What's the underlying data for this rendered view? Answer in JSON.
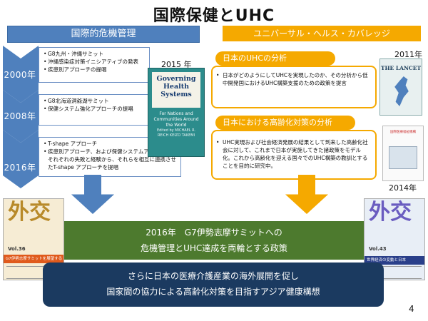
{
  "title": "国際保健とUHC",
  "left_header": "国際的危機管理",
  "right_header": "ユニバーサル・ヘルス・カバレッジ",
  "timeline": [
    {
      "year": "2000年",
      "items": [
        "G8九州・沖縄サミット",
        "沖縄感染症対策イニシアティブの発表",
        "疾患別アプローチの提唱"
      ]
    },
    {
      "year": "2008年",
      "items": [
        "G8北海道洞爺湖サミット",
        "保健システム強化アプローチの提唱"
      ]
    },
    {
      "year": "2016年",
      "items": [
        "T-shape アプローチ",
        "疾患別アプローチ、および保健システムアプローチのそれぞれの失敗と経験から、それらを相互に連携させたT-shape アプローチを提唱"
      ]
    }
  ],
  "book_2015": {
    "year": "2015 年",
    "title": "Governing Health Systems",
    "subtitle": "For Nations and Communities Around the World",
    "editors": "Edited by MICHAEL R. REICH KEIZO TAKEMI"
  },
  "sections": [
    {
      "heading": "日本のUHCの分析",
      "text": "日本がどのようにしてUHCを実現したのか、その分析から低中開発国におけるUHC構築支援のための政策を提言"
    },
    {
      "heading": "日本における高齢化対策の分析",
      "text": "UHC実現および社会経済発展の結果として到来した高齢化社会に対して、これまで日本が実施してきた諸政策をモデル化。これから高齢化を迎える国々でのUHC構築の教訓とすることを目的に研究中。"
    }
  ],
  "lancet": {
    "year": "2011年",
    "name": "THE LANCET"
  },
  "report": {
    "year": "2014年",
    "title": "国際医療福祉機構"
  },
  "magazines": [
    {
      "glyph": "外交",
      "vol": "Vol.36",
      "band": "G7伊勢志摩サミットを展望する"
    },
    {
      "glyph": "外交",
      "vol": "Vol.43",
      "band": "世界経済の変動と日本"
    }
  ],
  "green_banner": [
    "2016年　G7伊勢志摩サミットへの",
    "危機管理とUHC達成を両輪とする政策"
  ],
  "navy_banner": [
    "さらに日本の医療介護産業の海外展開を促し",
    "国家間の協力による高齢化対策を目指すアジア健康構想"
  ],
  "page_number": "4"
}
